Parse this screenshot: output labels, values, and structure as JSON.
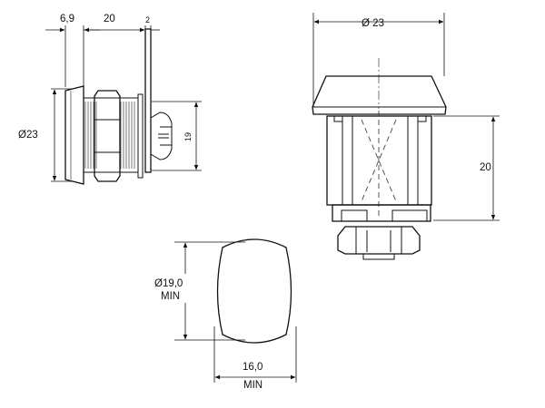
{
  "drawing": {
    "side_view": {
      "dim_top_left": "6,9",
      "dim_top_mid": "20",
      "dim_top_right": "2",
      "dim_diameter": "Ø23",
      "dim_height": "19"
    },
    "front_view": {
      "dim_diameter": "Ø 23",
      "dim_height": "20"
    },
    "cutout_view": {
      "dim_diameter_value": "Ø19,0",
      "dim_diameter_note": "MIN",
      "dim_width_value": "16,0",
      "dim_width_note": "MIN"
    }
  }
}
